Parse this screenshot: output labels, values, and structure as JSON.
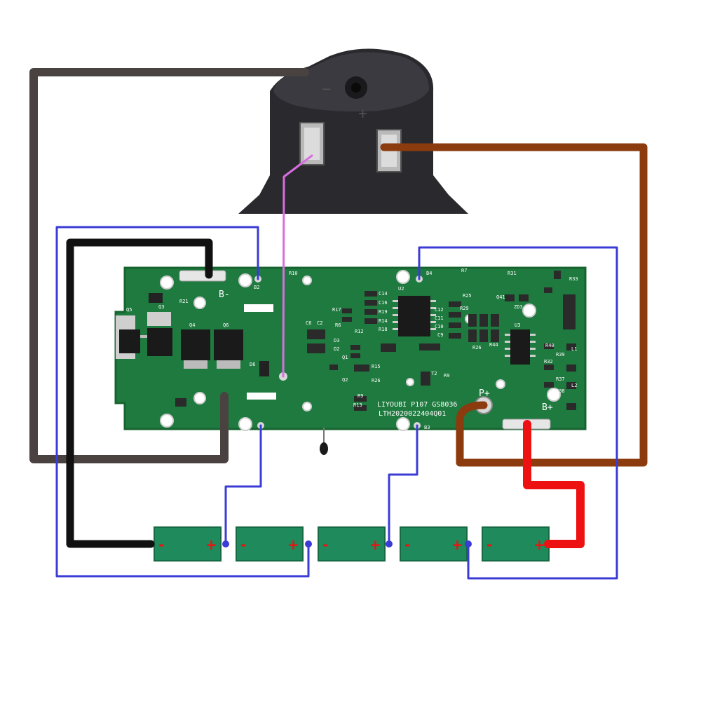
{
  "connector": {
    "minus_mark": "−",
    "plus_mark": "+"
  },
  "board": {
    "labels": {
      "b_minus": "B-",
      "b_plus": "B+",
      "p_plus": "P+",
      "b2": "B2",
      "b3": "B3",
      "b4": "B4",
      "r10": "R10",
      "r21": "R21",
      "q3": "Q3",
      "q4": "Q4",
      "q5": "Q5",
      "q6": "Q6",
      "u2": "U2",
      "u3": "U3",
      "r7": "R7",
      "r31": "R31",
      "r33": "R33",
      "c6": "C6",
      "c2": "C2",
      "c14": "C14",
      "c16": "C16",
      "r19": "R19",
      "r14": "R14",
      "r18": "R18",
      "r17": "R17",
      "r6": "R6",
      "r12": "R12",
      "d2": "D2",
      "d3": "D3",
      "q1": "Q1",
      "q2": "Q2",
      "r15": "R15",
      "r26": "R26",
      "t2": "T2",
      "r9": "R9",
      "r13": "R13",
      "c12": "C12",
      "c11": "C11",
      "c10": "C10",
      "c9": "C9",
      "r25": "R25",
      "r29": "R29",
      "r26b": "R26",
      "r44": "R44",
      "r40": "R40",
      "r32": "R32",
      "r38": "R38",
      "r39": "R39",
      "r37": "R37",
      "zd3": "ZD3",
      "q41": "Q41",
      "d6": "D6",
      "l2": "L2",
      "l1": "L1",
      "model_line1": "LIYOUBI P107 GS8036",
      "model_line2": "LTH2020022404Q01"
    }
  },
  "cells": [
    {
      "minus": "-",
      "plus": "+"
    },
    {
      "minus": "-",
      "plus": "+"
    },
    {
      "minus": "-",
      "plus": "+"
    },
    {
      "minus": "-",
      "plus": "+"
    },
    {
      "minus": "-",
      "plus": "+"
    }
  ],
  "colors": {
    "pcb": "#1e7a3e",
    "pcb_dark": "#17632f",
    "cell": "#1f8a5b",
    "wire_blue": "#3b3bd6",
    "wire_black": "#111111",
    "wire_gray": "#4a4241",
    "wire_brown": "#8b3b0e",
    "wire_red": "#ee1111",
    "wire_pink": "#d86ee0",
    "connector": "#2a2a2e"
  }
}
